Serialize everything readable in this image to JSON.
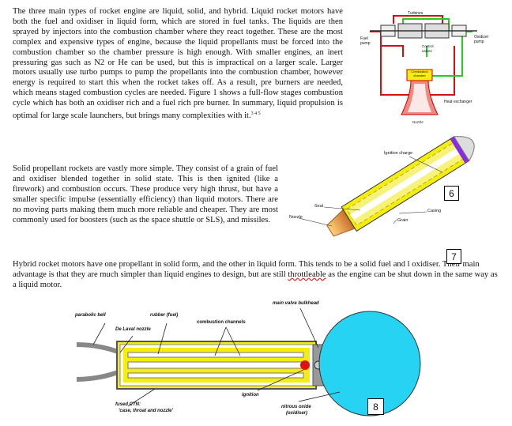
{
  "paragraph1": {
    "text": "The three main types of rocket engine are liquid, solid, and hybrid. Liquid rocket motors have both the fuel and oxidiser in liquid form, which are stored in fuel tanks. The liquids are then sprayed by injectors into the combustion chamber where they react together. These are the most complex and expensive types of engine, because the liquid propellants must be forced into the combustion chamber so the chamber pressure is high enough. With smaller engines, an inert pressuring gas such as N2 or He can be used, but this is impractical on a larger scale. Larger motors usually use turbo pumps to pump the propellants into the combustion chamber, however energy is required to start this when the rocket takes off. As a result, pre burners are needed, which means staged combustion cycles are needed. Figure 1 shows a full-flow stages combustion cycle which has both an oxidiser rich and a fuel rich pre burner. In summary, liquid propulsion is optimal for large scale launchers, but brings many complexities with it.",
    "refs": "3 4 5"
  },
  "paragraph2": {
    "text": "Solid propellant rockets are vastly more simple. They consist of a grain of fuel and oxidiser blended together in solid state. This is then ignited (like a firework) and combustion occurs. These produce very high thrust, but have a smaller specific impulse (essentially efficiency) than liquid motors. There are no moving parts making them much more reliable and cheaper. They are most commonly used for boosters (such as the space shuttle or SLS), and missiles."
  },
  "paragraph3": {
    "before": "Hybrid rocket motors have one propellant in solid form, and the other in liquid form. This tends to be a solid fuel and l",
    "middle": " oxidiser. Their main advantage is that they are much simpler than liquid engines to design, but are still ",
    "flagged": "throttleable",
    "after": " as the engine can be shut down in the same way as a liquid motor."
  },
  "figure1_labels": {
    "turbines": "Turbines",
    "fuel_pump": "Fuel pump",
    "oxidizer_pump": "Oxidizer pump",
    "control_valves": "Control valves",
    "combustion_chamber": "Combustion chamber",
    "heat_exchanger": "Heat exchanger",
    "nozzle": "Nozzle"
  },
  "figure2_labels": {
    "ignition_charge": "Ignition charge",
    "seal": "Seal",
    "casing": "Casing",
    "nozzle": "Nozzle",
    "grain": "Grain"
  },
  "figure3_labels": {
    "main_valve_bulkhead": "main valve bulkhead",
    "parabolic_bell": "parabolic bell",
    "rubber_fuel": "rubber (fuel)",
    "combustion_channels": "combustion channels",
    "de_laval_nozzle": "De Laval nozzle",
    "ignition": "ignition",
    "fused_ctn": "fused CTN:",
    "fused_ctn_detail": "'case, throat and nozzle'",
    "nitrous_oxide": "nitrous oxide",
    "oxidiser": "(oxidiser)"
  },
  "number_boxes": {
    "box6": "6",
    "box7": "7",
    "box8": "8"
  },
  "colors": {
    "fuel_line": "#d21010",
    "oxidizer_line": "#22cc22",
    "yellow": "#f4ee10",
    "cyan": "#27d3f2",
    "purple": "#8a2be2"
  }
}
